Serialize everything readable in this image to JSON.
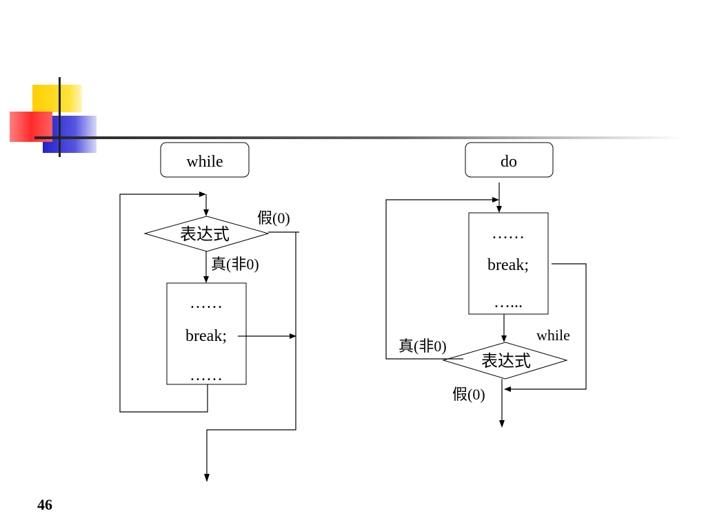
{
  "slide": {
    "page_number": "46"
  },
  "while_chart": {
    "title": "while",
    "condition": "表达式",
    "true_label": "真(非0)",
    "false_label": "假(0)",
    "body": {
      "line1": "……",
      "line2": "break;",
      "line3": "……"
    }
  },
  "do_chart": {
    "title": "do",
    "condition": "表达式",
    "true_label": "真(非0)",
    "false_label": "假(0)",
    "while_label": "while",
    "body": {
      "line1": "……",
      "line2": "break;",
      "line3": "…..."
    }
  },
  "colors": {
    "accent_yellow": "#FFD700",
    "accent_red": "#FF3333",
    "accent_blue": "#3333CC",
    "rule_dark": "#333333"
  }
}
